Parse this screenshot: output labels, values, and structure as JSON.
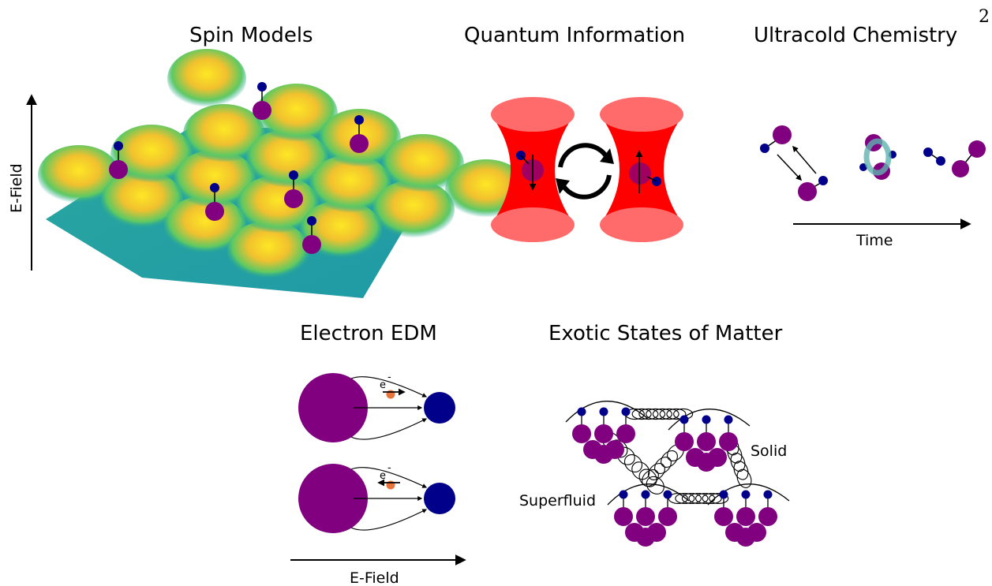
{
  "page_number": "2",
  "panels": {
    "spin_models": {
      "title": "Spin Models",
      "axis_label": "E-Field"
    },
    "quantum_information": {
      "title": "Quantum Information"
    },
    "ultracold_chemistry": {
      "title": "Ultracold Chemistry",
      "axis_label": "Time"
    },
    "electron_edm": {
      "title": "Electron EDM",
      "electron_label": "e",
      "electron_sup": "-",
      "axis_label": "E-Field"
    },
    "exotic_states": {
      "title": "Exotic States of Matter",
      "solid_label": "Solid",
      "superfluid_label": "Superfluid"
    }
  },
  "colors": {
    "purple": "#800080",
    "navy": "#00008b",
    "trap_red": "#ff1a1a",
    "trap_red_light": "#ff6b6b",
    "electron_orange": "#e8743b",
    "teal": "#5fb3b0",
    "surface_teal": "#21a89a",
    "surface_yellow": "#f5e31f",
    "surface_blue": "#3e4fd6"
  }
}
